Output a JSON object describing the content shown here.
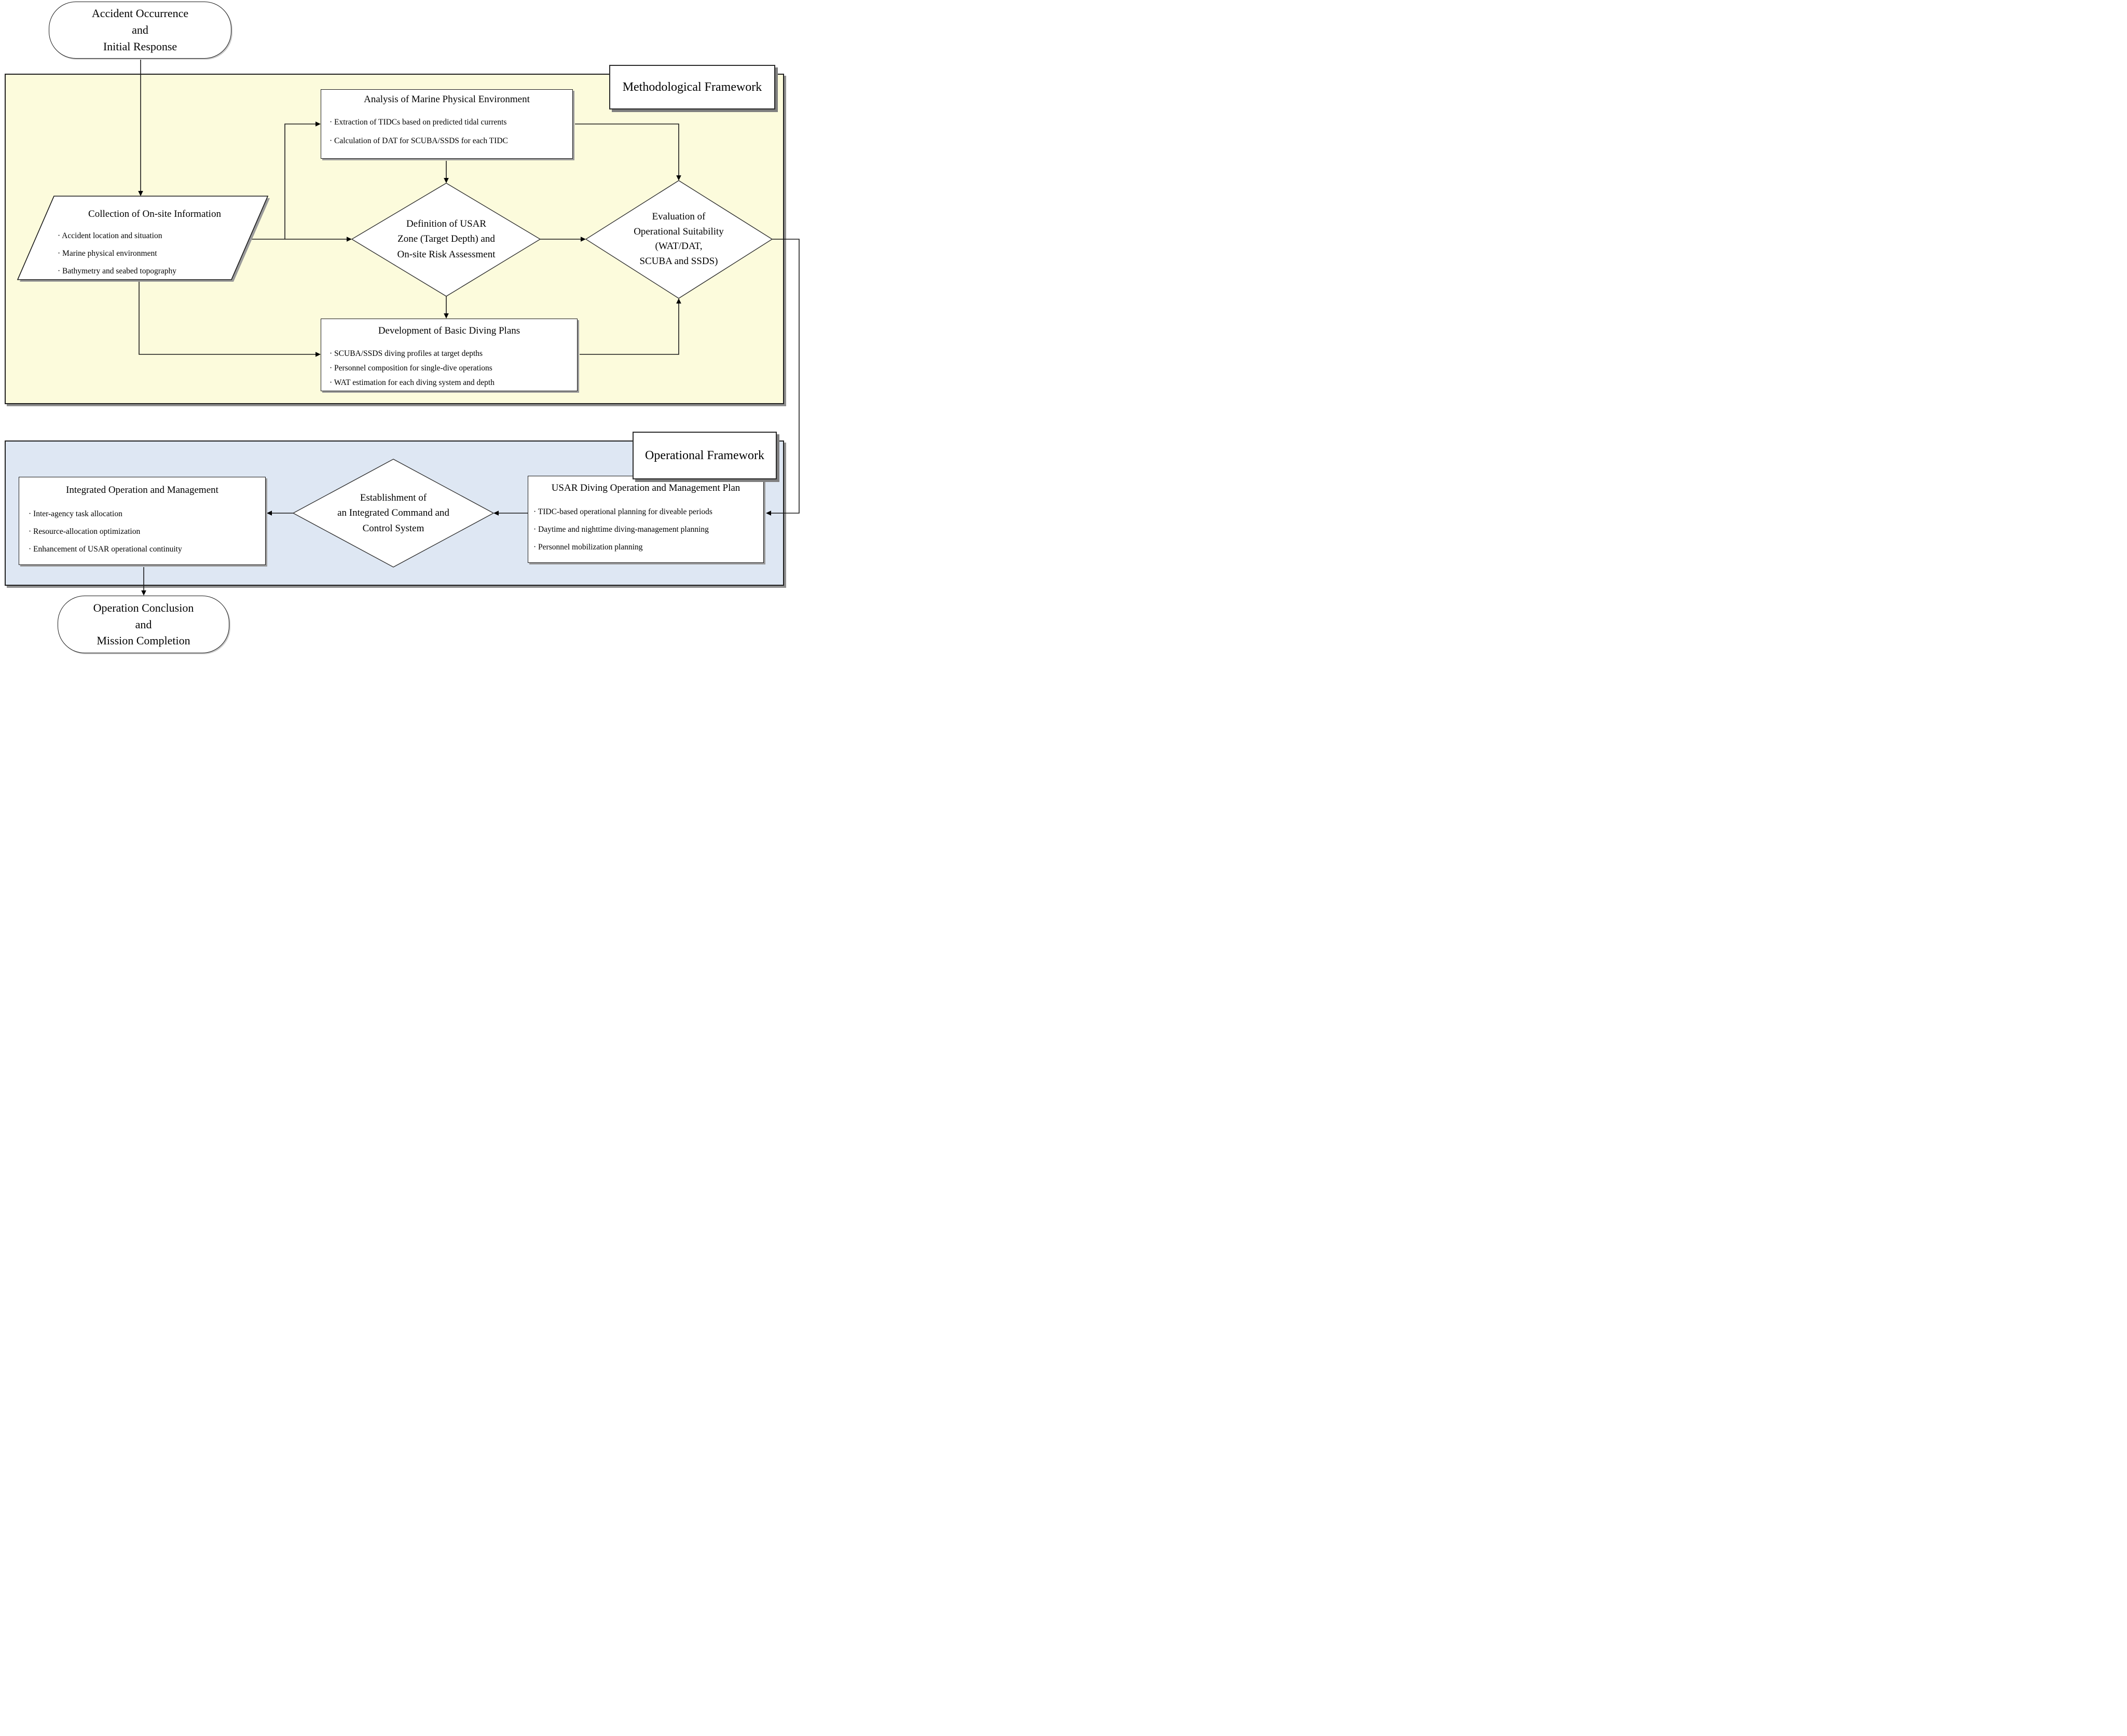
{
  "diagram": {
    "regions": {
      "methodological": {
        "label": "Methodological Framework",
        "fill": "#FCFBDC"
      },
      "operational": {
        "label": "Operational Framework",
        "fill": "#DEE7F3"
      }
    },
    "nodes": {
      "start": {
        "type": "terminator",
        "text": "Accident Occurrence\nand\nInitial Response"
      },
      "collection": {
        "type": "input-parallelogram",
        "title": "Collection of On-site Information",
        "bullets": [
          "· Accident location and situation",
          "· Marine physical environment",
          "· Bathymetry and seabed topography"
        ]
      },
      "analysis": {
        "type": "process",
        "title": "Analysis of Marine Physical Environment",
        "bullets": [
          "· Extraction of TIDCs based on predicted tidal currents",
          "· Calculation of DAT for SCUBA/SSDS for each TIDC"
        ]
      },
      "usar_zone": {
        "type": "decision",
        "text": "Definition of USAR\nZone (Target Depth) and\nOn-site Risk Assessment"
      },
      "evaluation": {
        "type": "decision",
        "text": "Evaluation of\nOperational Suitability\n(WAT/DAT,\nSCUBA and SSDS)"
      },
      "diving_plans": {
        "type": "process",
        "title": "Development of Basic Diving Plans",
        "bullets": [
          "· SCUBA/SSDS diving profiles at target depths",
          "· Personnel composition for single-dive operations",
          "· WAT estimation for each diving system and depth"
        ]
      },
      "usar_plan": {
        "type": "process",
        "title": "USAR Diving Operation and Management Plan",
        "bullets": [
          "· TIDC-based operational planning for diveable periods",
          "· Daytime and nighttime diving-management planning",
          "· Personnel mobilization planning"
        ]
      },
      "command": {
        "type": "decision",
        "text": "Establishment of\nan Integrated Command and\nControl System"
      },
      "integrated": {
        "type": "process",
        "title": "Integrated Operation and Management",
        "bullets": [
          "· Inter-agency task allocation",
          "· Resource-allocation optimization",
          "· Enhancement of USAR operational continuity"
        ]
      },
      "end": {
        "type": "terminator",
        "text": "Operation Conclusion\nand\nMission Completion"
      }
    }
  }
}
